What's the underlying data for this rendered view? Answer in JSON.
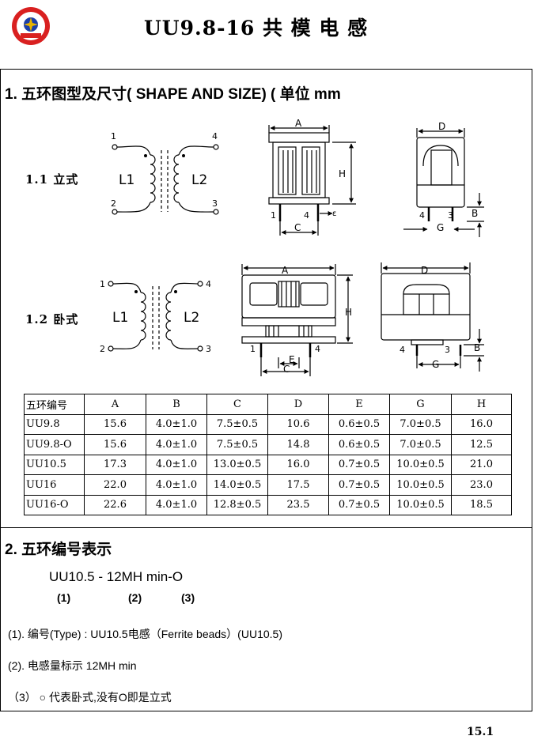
{
  "header": {
    "title": "UU9.8-16  共 模 电 感",
    "colors": {
      "logo_red": "#d92020",
      "logo_blue": "#1c3fa8",
      "logo_gold": "#e8b400"
    }
  },
  "section1": {
    "title": "1. 五环图型及尺寸( SHAPE AND SIZE)  ( 单位 mm",
    "vertical_label": "1.1  立式",
    "horizontal_label": "1.2  卧式",
    "schematic": {
      "pins": [
        "1",
        "2",
        "3",
        "4"
      ],
      "coils": [
        "L1",
        "L2"
      ]
    },
    "dim_letters": {
      "a": "A",
      "c": "C",
      "d": "D",
      "e": "E",
      "g": "G",
      "h": "H",
      "b": "B",
      "e_small": "ε"
    },
    "pin_labels": {
      "p1": "1",
      "p3": "3",
      "p4": "4"
    }
  },
  "table": {
    "headers": [
      "五环编号",
      "A",
      "B",
      "C",
      "D",
      "E",
      "G",
      "H"
    ],
    "rows": [
      [
        "UU9.8",
        "15.6",
        "4.0±1.0",
        "7.5±0.5",
        "10.6",
        "0.6±0.5",
        "7.0±0.5",
        "16.0"
      ],
      [
        "UU9.8-O",
        "15.6",
        "4.0±1.0",
        "7.5±0.5",
        "14.8",
        "0.6±0.5",
        "7.0±0.5",
        "12.5"
      ],
      [
        "UU10.5",
        "17.3",
        "4.0±1.0",
        "13.0±0.5",
        "16.0",
        "0.7±0.5",
        "10.0±0.5",
        "21.0"
      ],
      [
        "UU16",
        "22.0",
        "4.0±1.0",
        "14.0±0.5",
        "17.5",
        "0.7±0.5",
        "10.0±0.5",
        "23.0"
      ],
      [
        "UU16-O",
        "22.6",
        "4.0±1.0",
        "12.8±0.5",
        "23.5",
        "0.7±0.5",
        "10.0±0.5",
        "18.5"
      ]
    ]
  },
  "section2": {
    "title": "2. 五环编号表示",
    "example": "UU10.5 -  12MH min-O",
    "parts": [
      "(1)",
      "(2)",
      "(3)"
    ],
    "notes": [
      "(1). 编号(Type) : UU10.5电感（Ferrite beads）(UU10.5)",
      "(2). 电感量标示 12MH min",
      "（3） ○  代表卧式,没有O即是立式"
    ]
  },
  "footer": {
    "page": "15.1"
  }
}
